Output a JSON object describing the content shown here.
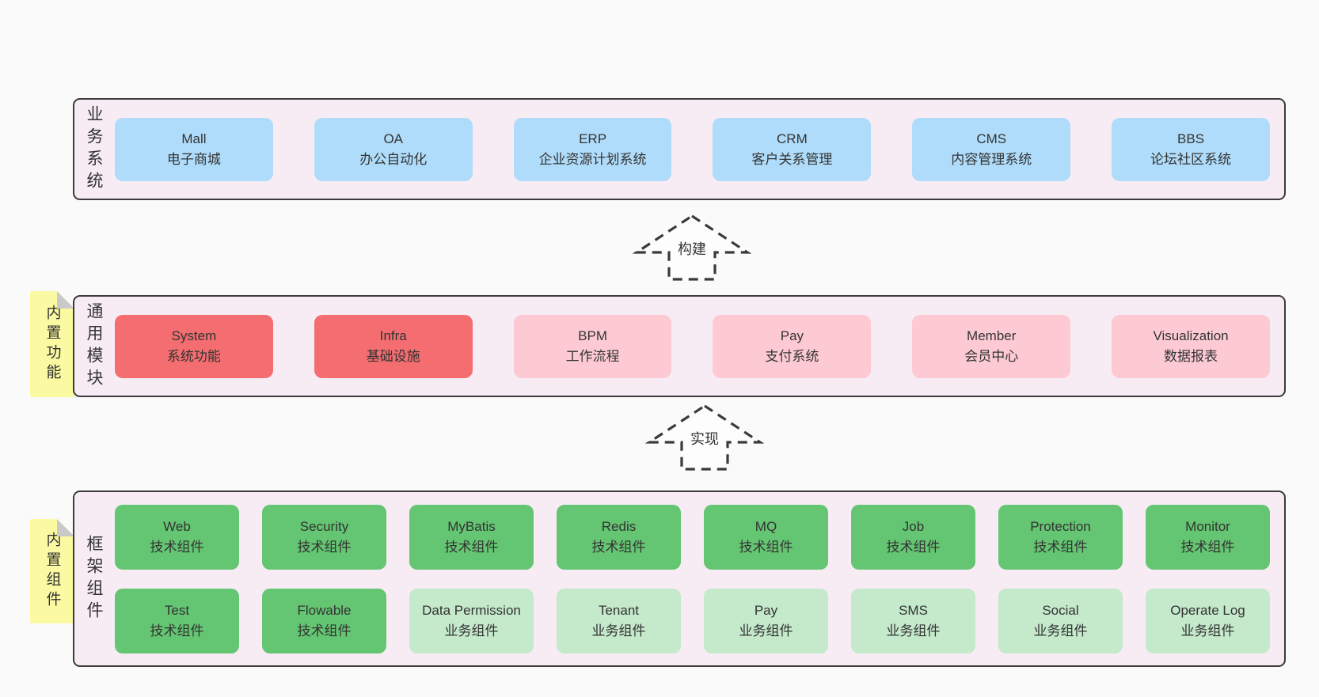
{
  "colors": {
    "page_bg": "#fafafa",
    "panel_bg": "#f7ecf4",
    "panel_border": "#3b3b3b",
    "text": "#333333",
    "blue_box": "#afdcfa",
    "red_box": "#f46d70",
    "pink_box": "#fdcad4",
    "green_box": "#64c572",
    "light_green_box": "#c4e9cb",
    "note_yellow": "#fbf9a2",
    "note_fold_grey": "#c9c9c9"
  },
  "business_layer": {
    "label": "业务系统",
    "boxes": [
      {
        "name": "Mall",
        "desc": "电子商城"
      },
      {
        "name": "OA",
        "desc": "办公自动化"
      },
      {
        "name": "ERP",
        "desc": "企业资源计划系统"
      },
      {
        "name": "CRM",
        "desc": "客户关系管理"
      },
      {
        "name": "CMS",
        "desc": "内容管理系统"
      },
      {
        "name": "BBS",
        "desc": "论坛社区系统"
      }
    ]
  },
  "arrow_build": {
    "label": "构建"
  },
  "modules_layer": {
    "label": "通用模块",
    "note": "内置功能",
    "boxes": [
      {
        "name": "System",
        "desc": "系统功能"
      },
      {
        "name": "Infra",
        "desc": "基础设施"
      },
      {
        "name": "BPM",
        "desc": "工作流程"
      },
      {
        "name": "Pay",
        "desc": "支付系统"
      },
      {
        "name": "Member",
        "desc": "会员中心"
      },
      {
        "name": "Visualization",
        "desc": "数据报表"
      }
    ]
  },
  "arrow_implement": {
    "label": "实现"
  },
  "components_layer": {
    "label": "框架组件",
    "note": "内置组件",
    "row1": [
      {
        "name": "Web",
        "desc": "技术组件"
      },
      {
        "name": "Security",
        "desc": "技术组件"
      },
      {
        "name": "MyBatis",
        "desc": "技术组件"
      },
      {
        "name": "Redis",
        "desc": "技术组件"
      },
      {
        "name": "MQ",
        "desc": "技术组件"
      },
      {
        "name": "Job",
        "desc": "技术组件"
      },
      {
        "name": "Protection",
        "desc": "技术组件"
      },
      {
        "name": "Monitor",
        "desc": "技术组件"
      }
    ],
    "row2": [
      {
        "name": "Test",
        "desc": "技术组件"
      },
      {
        "name": "Flowable",
        "desc": "技术组件"
      },
      {
        "name": "Data Permission",
        "desc": "业务组件"
      },
      {
        "name": "Tenant",
        "desc": "业务组件"
      },
      {
        "name": "Pay",
        "desc": "业务组件"
      },
      {
        "name": "SMS",
        "desc": "业务组件"
      },
      {
        "name": "Social",
        "desc": "业务组件"
      },
      {
        "name": "Operate Log",
        "desc": "业务组件"
      }
    ]
  }
}
